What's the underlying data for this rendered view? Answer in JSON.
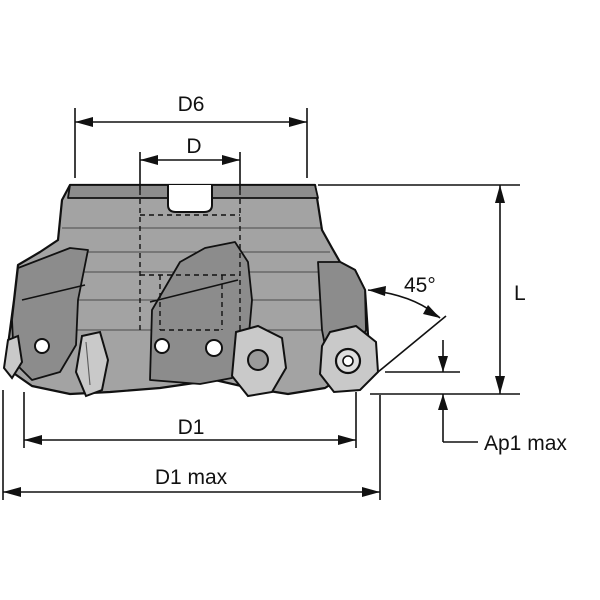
{
  "labels": {
    "d6": "D6",
    "d": "D",
    "l": "L",
    "angle": "45°",
    "d1": "D1",
    "d1_max": "D1 max",
    "ap1_max": "Ap1 max"
  },
  "colors": {
    "body": "#a3a3a3",
    "shade": "#8c8c8c",
    "insert": "#c9c9c9",
    "line": "#111111"
  }
}
